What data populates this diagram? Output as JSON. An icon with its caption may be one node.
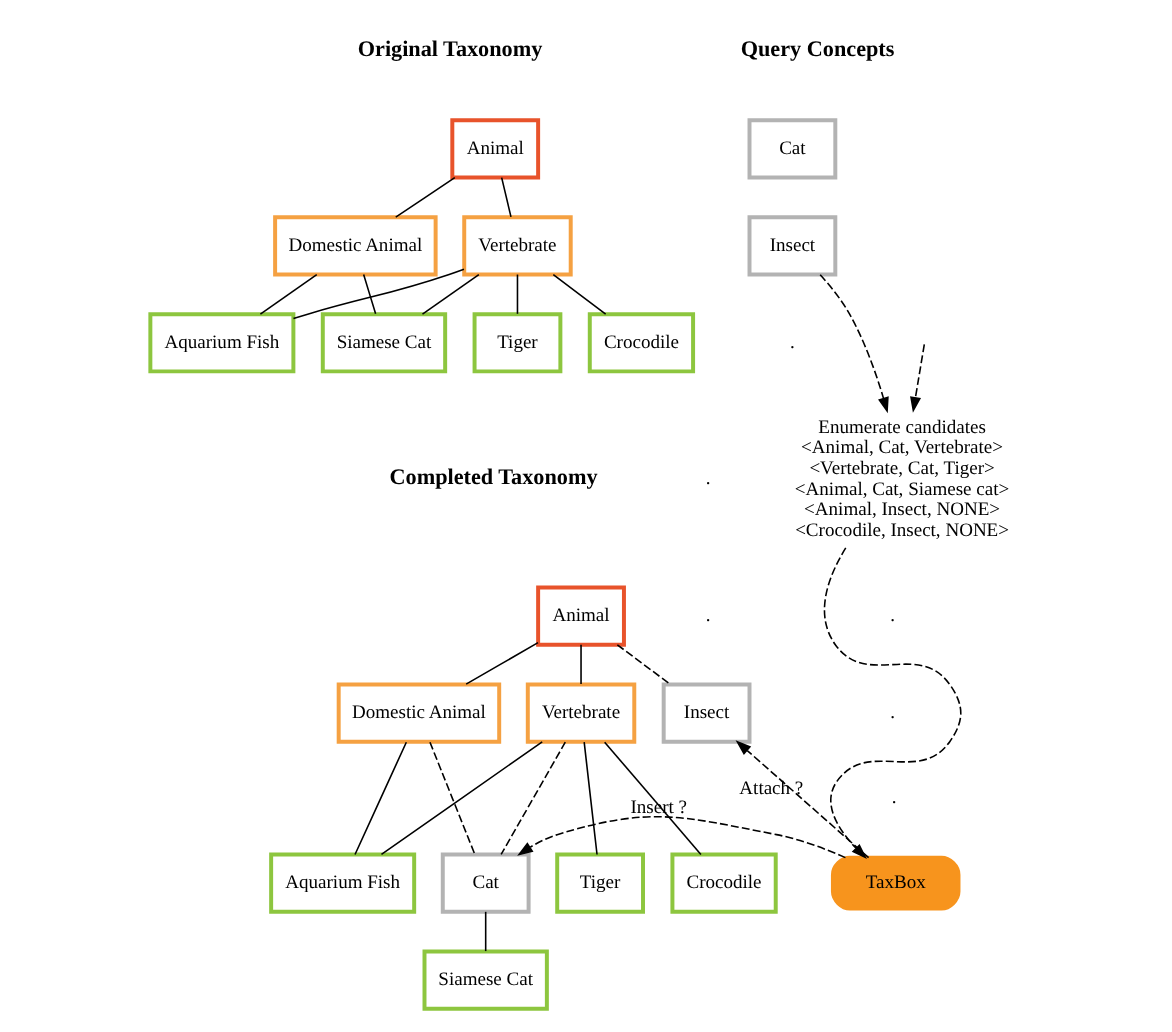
{
  "diagram": {
    "nodes": [
      {
        "text": [
          "Animal"
        ]
      },
      {
        "text": [
          "Domestic Animal"
        ]
      },
      {
        "text": [
          "Vertebrate"
        ]
      },
      {
        "text": [
          "Aquarium Fish"
        ]
      },
      {
        "text": [
          "Siamese Cat"
        ]
      },
      {
        "text": [
          "Tiger"
        ]
      },
      {
        "text": [
          "Crocodile"
        ]
      },
      {
        "text": [
          "Cat"
        ]
      },
      {
        "text": [
          "Insect"
        ]
      },
      {
        "text": [
          "Enumerate candidates",
          "<Animal, Cat, Vertebrate>",
          "<Vertebrate, Cat, Tiger>",
          "<Animal, Cat, Siamese cat>",
          "<Animal, Insect, NONE>",
          "<Crocodile, Insect, NONE>"
        ]
      },
      {
        "text": [
          "TaxBox"
        ]
      },
      {
        "text": [
          "Animal"
        ]
      },
      {
        "text": [
          "Domestic Animal"
        ]
      },
      {
        "text": [
          "Vertebrate"
        ]
      },
      {
        "text": [
          "Insect"
        ]
      },
      {
        "text": [
          "Aquarium Fish"
        ]
      },
      {
        "text": [
          "Cat"
        ]
      },
      {
        "text": [
          "Tiger"
        ]
      },
      {
        "text": [
          "Crocodile"
        ]
      },
      {
        "text": [
          "Siamese Cat"
        ]
      }
    ],
    "edges": [
      {
        "from": 0,
        "to": 1,
        "arrow": "none"
      },
      {
        "from": 0,
        "to": 2,
        "arrow": "none"
      },
      {
        "from": 1,
        "to": 3,
        "arrow": "none"
      },
      {
        "from": 1,
        "to": 4,
        "arrow": "none"
      },
      {
        "from": 2,
        "to": 3,
        "arrow": "none"
      },
      {
        "from": 2,
        "to": 4,
        "arrow": "none"
      },
      {
        "from": 2,
        "to": 5,
        "arrow": "none"
      },
      {
        "from": 2,
        "to": 6,
        "arrow": "none"
      },
      {
        "from": 8,
        "to": 9,
        "arrow": "to",
        "style": "dashed"
      },
      {
        "from": null,
        "to": 9,
        "arrow": "to",
        "style": "dashed"
      },
      {
        "from": 9,
        "to": 10,
        "arrow": "to",
        "style": "dashed"
      },
      {
        "from": 10,
        "to": 14,
        "arrow": "to",
        "style": "dashed",
        "label": "Attach ?"
      },
      {
        "from": 10,
        "to": 16,
        "arrow": "to",
        "style": "dashed",
        "label": "Insert ?"
      },
      {
        "from": 11,
        "to": 12,
        "arrow": "none"
      },
      {
        "from": 11,
        "to": 13,
        "arrow": "none"
      },
      {
        "from": 11,
        "to": 14,
        "arrow": "none",
        "style": "dashed"
      },
      {
        "from": 12,
        "to": 15,
        "arrow": "none"
      },
      {
        "from": 12,
        "to": 16,
        "arrow": "none",
        "style": "dashed"
      },
      {
        "from": 13,
        "to": 15,
        "arrow": "none"
      },
      {
        "from": 13,
        "to": 16,
        "arrow": "none",
        "style": "dashed"
      },
      {
        "from": 13,
        "to": 17,
        "arrow": "none"
      },
      {
        "from": 13,
        "to": 18,
        "arrow": "none"
      },
      {
        "from": 16,
        "to": 19,
        "arrow": "none"
      }
    ],
    "labels": [
      "Original Taxonomy",
      "Query Concepts",
      ".",
      ".",
      ".",
      "Completed Taxonomy",
      ".",
      ".",
      "."
    ]
  }
}
